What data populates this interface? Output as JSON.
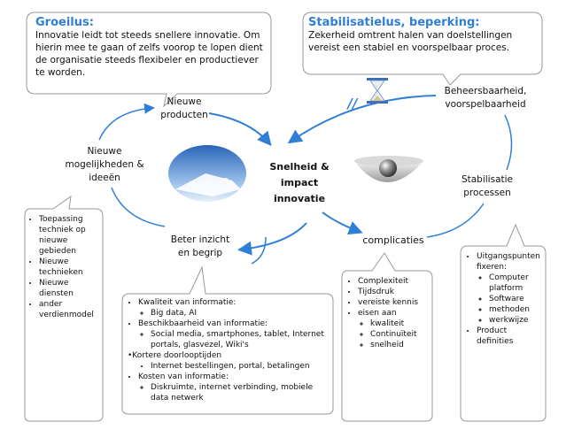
{
  "growth": {
    "title": "Groeilus:",
    "text": "Innovatie leidt tot steeds snellere innovatie. Om hierin mee te gaan of zelfs voorop te lopen dient de organisatie steeds flexibeler en productiever te worden."
  },
  "stabil": {
    "title": "Stabilisatielus, beperking:",
    "text": "Zekerheid omtrent halen van doelstellingen vereist een stabiel en voorspelbaar proces."
  },
  "nodes": {
    "nieuwe_producten": "Nieuwe\nproducten",
    "nieuwe_mogelijkheden": "Nieuwe\nmogelijkheden &\nideeën",
    "beter_inzicht": "Beter inzicht\nen begrip",
    "center": "Snelheid &\nimpact\ninnovatie",
    "complicaties": "complicaties",
    "stabilisatie": "Stabilisatie\nprocessen",
    "beheersbaarheid": "Beheersbaarheid,\nvoorspelbaarheid"
  },
  "delay_mark": "//",
  "left_list": [
    "Toepassing techniek op nieuwe gebieden",
    "Nieuwe technieken",
    "Nieuwe diensten",
    "ander verdienmodel"
  ],
  "info_list": {
    "kv": "Kwaliteit van informatie:",
    "kv_sub": "Big data, AI",
    "bv": "Beschikbaarheid van informatie:",
    "bv_sub": "Social media, smartphones, tablet, Internet portals, glasvezel,  Wiki's",
    "kd": "•Kortere doorlooptijden",
    "kd_sub": "Internet bestellingen, portal, betalingen",
    "ki": "Kosten van informatie:",
    "ki_sub": "Diskruimte, internet verbinding, mobiele data netwerk"
  },
  "compl_list": {
    "a": "Complexiteit",
    "b": "Tijdsdruk",
    "c": "vereiste kennis",
    "d": "eisen aan",
    "d1": "kwaliteit",
    "d2": "Continuïteit",
    "d3": "snelheid"
  },
  "right_list": {
    "a": "Uitgangspunten fixeren:",
    "a1": "Computer platform",
    "a2": "Software",
    "a3": "methoden",
    "a4": "werkwijze",
    "b": "Product definities"
  }
}
